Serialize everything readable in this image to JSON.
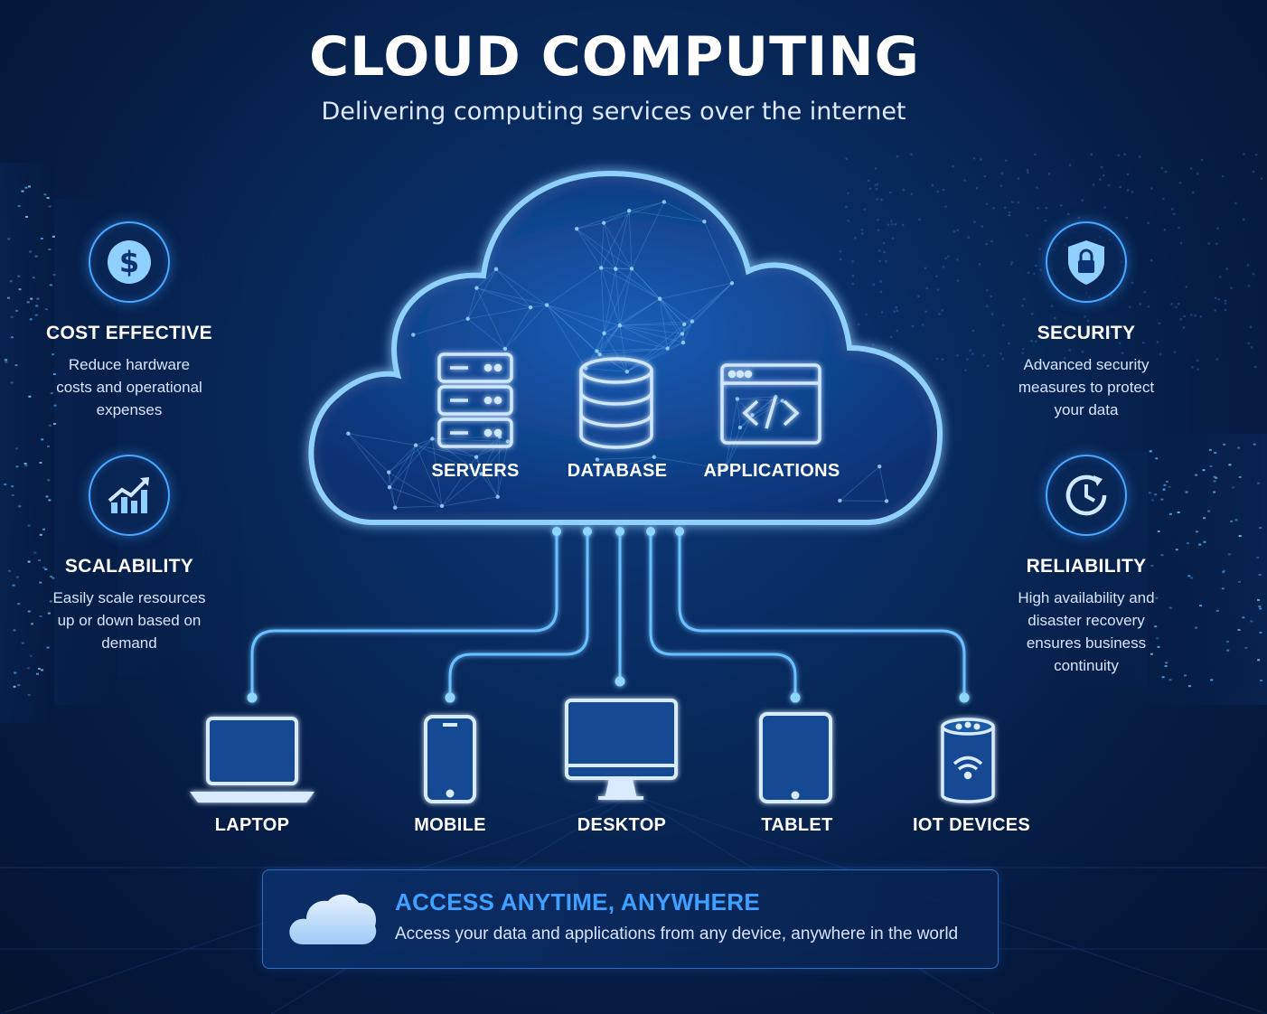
{
  "header": {
    "title": "CLOUD COMPUTING",
    "subtitle": "Delivering computing services over the internet"
  },
  "cloud": {
    "services": [
      {
        "label": "SERVERS",
        "icon": "server-stack-icon"
      },
      {
        "label": "DATABASE",
        "icon": "database-icon"
      },
      {
        "label": "APPLICATIONS",
        "icon": "code-window-icon"
      }
    ]
  },
  "features": {
    "cost": {
      "title": "COST EFFECTIVE",
      "line1": "Reduce hardware",
      "line2": "costs and operational",
      "line3": "expenses",
      "icon": "dollar-icon"
    },
    "scalability": {
      "title": "SCALABILITY",
      "line1": "Easily scale resources",
      "line2": "up or down based on",
      "line3": "demand",
      "icon": "growth-chart-icon"
    },
    "security": {
      "title": "SECURITY",
      "line1": "Advanced security",
      "line2": "measures to protect",
      "line3": "your data",
      "icon": "shield-lock-icon"
    },
    "reliability": {
      "title": "RELIABILITY",
      "line1": "High availability and",
      "line2": "disaster recovery",
      "line3": "ensures business",
      "line4": "continuity",
      "icon": "clock-icon"
    }
  },
  "devices": [
    {
      "label": "LAPTOP",
      "icon": "laptop-icon"
    },
    {
      "label": "MOBILE",
      "icon": "mobile-icon"
    },
    {
      "label": "DESKTOP",
      "icon": "desktop-icon"
    },
    {
      "label": "TABLET",
      "icon": "tablet-icon"
    },
    {
      "label": "IOT DEVICES",
      "icon": "smart-speaker-icon"
    }
  ],
  "access": {
    "title": "ACCESS ANYTIME, ANYWHERE",
    "description": "Access your data and applications from any device, anywhere in the world",
    "icon": "cloud-icon"
  },
  "colors": {
    "background": "#061d45",
    "glow": "#5ab4ff",
    "accent": "#3fa0ff",
    "text": "#ffffff"
  }
}
